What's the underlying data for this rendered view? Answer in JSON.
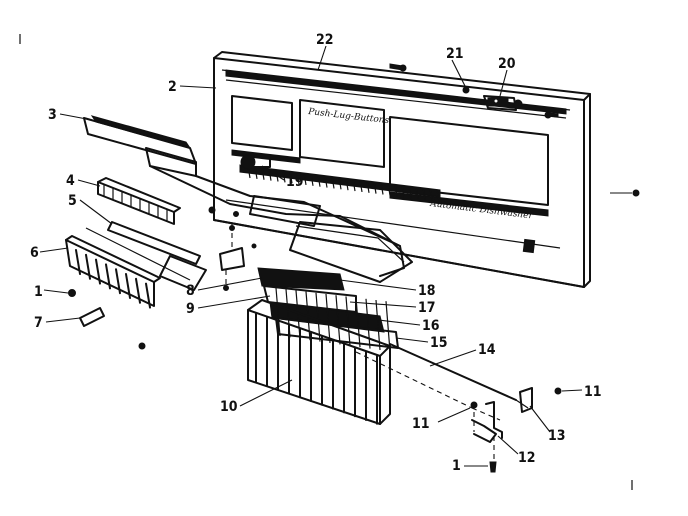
{
  "diagram": {
    "panel_script_top": "Push-Lug-Buttons",
    "panel_script_bottom": "Automatic Dishwasher",
    "callouts": [
      {
        "id": "c22",
        "label": "22"
      },
      {
        "id": "c21",
        "label": "21"
      },
      {
        "id": "c20",
        "label": "20"
      },
      {
        "id": "c2",
        "label": "2"
      },
      {
        "id": "c3",
        "label": "3"
      },
      {
        "id": "c19",
        "label": "19"
      },
      {
        "id": "c4",
        "label": "4"
      },
      {
        "id": "c5",
        "label": "5"
      },
      {
        "id": "c6",
        "label": "6"
      },
      {
        "id": "c1a",
        "label": "1"
      },
      {
        "id": "c7",
        "label": "7"
      },
      {
        "id": "c18",
        "label": "18"
      },
      {
        "id": "c17",
        "label": "17"
      },
      {
        "id": "c8",
        "label": "8"
      },
      {
        "id": "c16",
        "label": "16"
      },
      {
        "id": "c9",
        "label": "9"
      },
      {
        "id": "c15",
        "label": "15"
      },
      {
        "id": "c14",
        "label": "14"
      },
      {
        "id": "c11a",
        "label": "11"
      },
      {
        "id": "c10",
        "label": "10"
      },
      {
        "id": "c11b",
        "label": "11"
      },
      {
        "id": "c13",
        "label": "13"
      },
      {
        "id": "c12",
        "label": "12"
      },
      {
        "id": "c1b",
        "label": "1"
      }
    ]
  }
}
